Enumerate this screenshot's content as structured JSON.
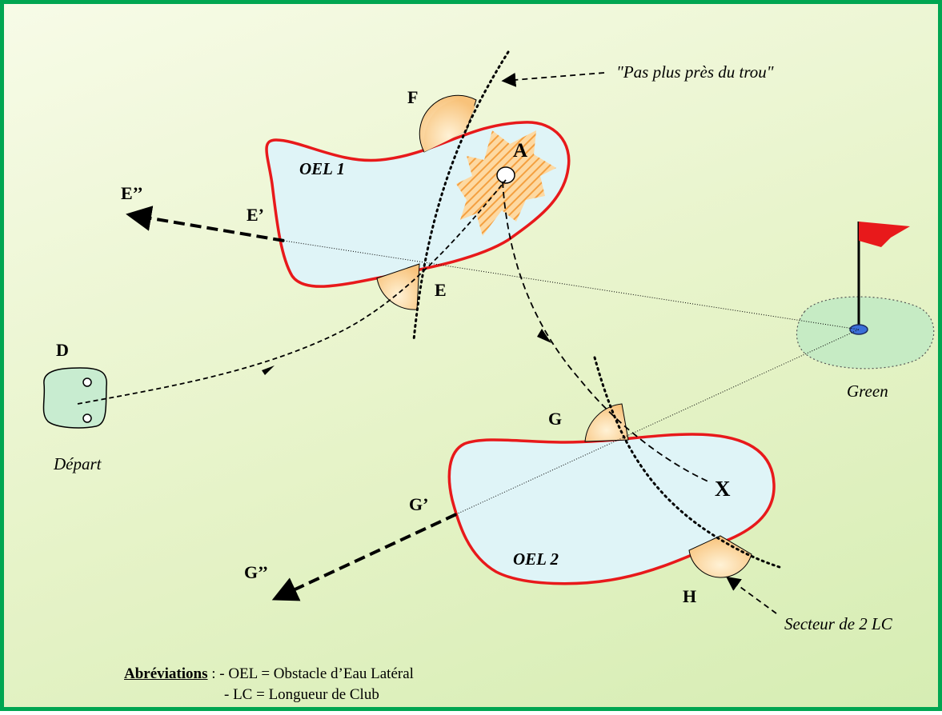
{
  "labels": {
    "pas_plus_pres": "\"Pas plus près du trou\"",
    "F": "F",
    "A": "A",
    "oel1": "OEL 1",
    "E2": "E’’",
    "E1": "E’",
    "E": "E",
    "D": "D",
    "depart": "Départ",
    "green": "Green",
    "G": "G",
    "G1": "G’",
    "G2": "G’’",
    "X": "X",
    "oel2": "OEL 2",
    "H": "H",
    "secteur": "Secteur de 2 LC"
  },
  "legend": {
    "title": "Abréviations",
    "sep": " : ",
    "line1": "- OEL =  Obstacle d’Eau Latéral",
    "line2": "-  LC   =  Longueur de Club"
  },
  "colors": {
    "border": "#00a651",
    "hazard_stroke": "#e8191b",
    "hazard_fill": "#dff4f7",
    "drop_zone": "#fcc97c",
    "flag": "#e8191b",
    "green_fill": "#c6ebc4"
  }
}
